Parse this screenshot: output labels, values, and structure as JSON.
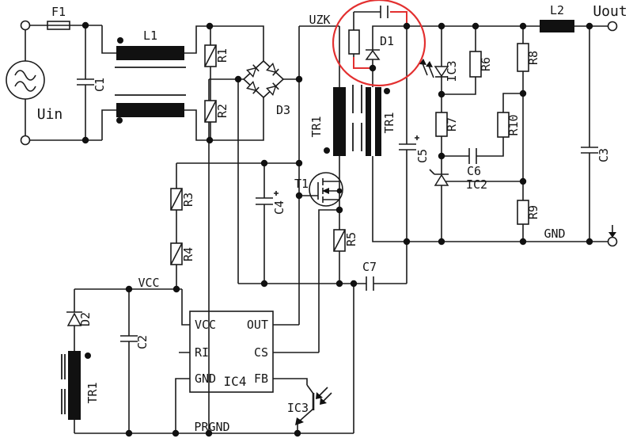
{
  "schematic": {
    "title": "flyback-smps-schematic",
    "colors": {
      "wire": "#1b1b1b",
      "highlight": "#e33030",
      "background": "#ffffff"
    },
    "labels": {
      "f1": "F1",
      "uin": "Uin",
      "c1": "C1",
      "l1": "L1",
      "r1": "R1",
      "r2": "R2",
      "d3": "D3",
      "uzk": "UZK",
      "d1": "D1",
      "tr1_left": "TR1",
      "tr1_right": "TR1",
      "tr1_aux": "TR1",
      "t1": "T1",
      "c4": "C4",
      "r3": "R3",
      "r4": "R4",
      "r5": "R5",
      "c7": "C7",
      "c5": "C5",
      "ic3_top": "IC3",
      "r6": "R6",
      "r7": "R7",
      "c6": "C6",
      "r8": "R8",
      "r10": "R10",
      "ic2": "IC2",
      "r9": "R9",
      "c3": "C3",
      "l2": "L2",
      "uout": "Uout",
      "gnd": "GND",
      "vcc": "VCC",
      "d2": "D2",
      "c2": "C2",
      "prgnd": "PRGND",
      "ic4": "IC4",
      "ic3_bottom": "IC3"
    },
    "ic4_pins": {
      "vcc": "VCC",
      "ri": "RI",
      "gnd": "GND",
      "out": "OUT",
      "cs": "CS",
      "fb": "FB"
    },
    "annotation": {
      "type": "ellipse",
      "color": "#e33030",
      "highlights": "D1 snubber network"
    }
  }
}
